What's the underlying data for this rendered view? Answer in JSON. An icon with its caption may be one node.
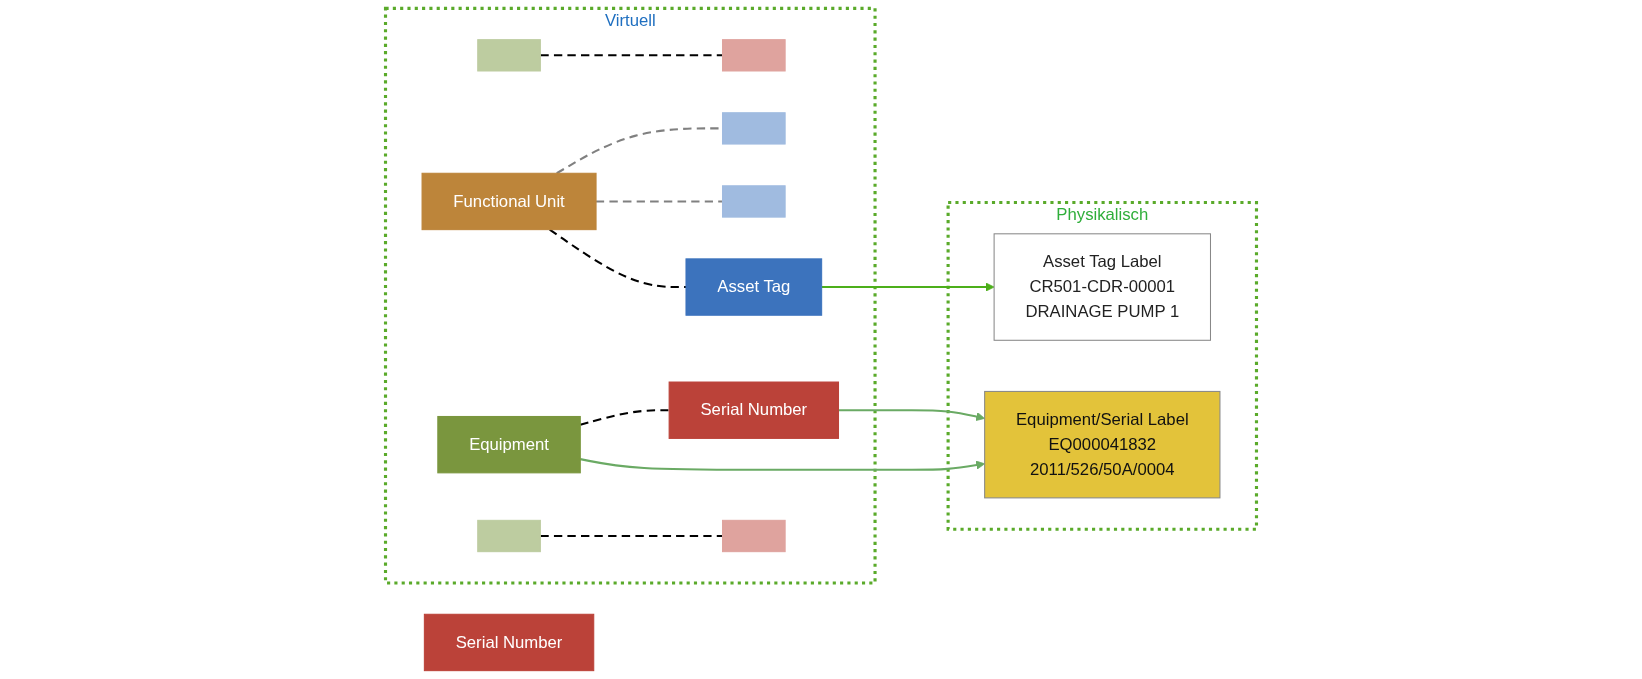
{
  "diagram": {
    "nodes": [
      {
        "text": [
          "Virtuell"
        ]
      },
      {
        "text": [],
        "shape": "box",
        "in": 0
      },
      {
        "text": [],
        "shape": "box",
        "in": 0
      },
      {
        "text": [],
        "shape": "box",
        "in": 0
      },
      {
        "text": [
          "Functional Unit"
        ],
        "in": 0
      },
      {
        "text": [
          "Asset Tag"
        ],
        "in": 0
      },
      {
        "text": [
          "Equipment"
        ],
        "in": 0
      },
      {
        "text": [
          "Serial Number"
        ],
        "in": 0
      },
      {
        "text": [],
        "shape": "box",
        "in": 0
      },
      {
        "text": [],
        "shape": "box",
        "in": 0
      },
      {
        "text": [],
        "shape": "box",
        "in": 0
      },
      {
        "text": [
          "Serial Number"
        ]
      },
      {
        "text": [
          "Physikalisch"
        ]
      },
      {
        "text": [
          "Asset Tag Label",
          "CR501-CDR-00001",
          "DRAINAGE PUMP 1"
        ],
        "in": 12
      },
      {
        "text": [
          "Equipment/Serial Label",
          "EQ000041832",
          "2011/526/50A/0004"
        ],
        "in": 12
      }
    ],
    "edges": [
      {
        "from": 4,
        "to": 1,
        "arrow": "none",
        "style": "dashed",
        "color": "#808080"
      },
      {
        "from": 4,
        "to": 8,
        "arrow": "none",
        "style": "dashed",
        "color": "#808080"
      },
      {
        "from": 2,
        "to": 3,
        "arrow": "none",
        "style": "dashed"
      },
      {
        "from": 4,
        "to": 5,
        "arrow": "none",
        "style": "dashed"
      },
      {
        "from": 6,
        "to": 7,
        "arrow": "none",
        "style": "dashed"
      },
      {
        "from": 9,
        "to": 10,
        "arrow": "none",
        "style": "dashed"
      },
      {
        "from": 5,
        "to": 13,
        "arrow": "to",
        "color": "#4caf1a"
      },
      {
        "from": 7,
        "to": 14,
        "arrow": "to",
        "color": "#6aaa64"
      },
      {
        "from": 6,
        "to": 14,
        "arrow": "to",
        "color": "#6aaa64"
      }
    ]
  }
}
